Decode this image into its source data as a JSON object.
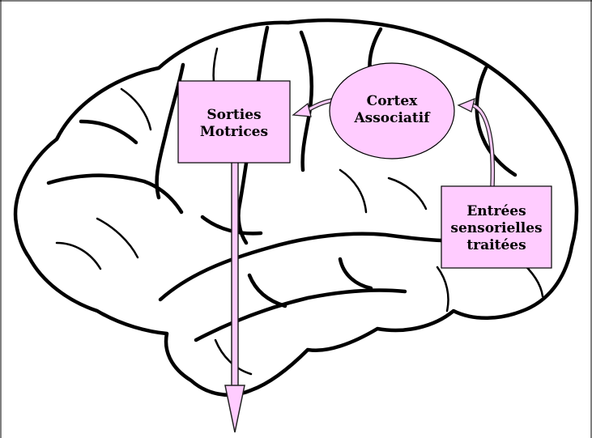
{
  "diagram": {
    "nodes": {
      "motor_output": {
        "label_lines": [
          "Sorties",
          "Motrices"
        ]
      },
      "association_cortex": {
        "label_lines": [
          "Cortex",
          "Associatif"
        ]
      },
      "sensory_input": {
        "label_lines": [
          "Entrées",
          "sensorielles",
          "traitées"
        ]
      }
    },
    "edges": [
      {
        "from": "sensory_input",
        "to": "association_cortex"
      },
      {
        "from": "association_cortex",
        "to": "motor_output"
      },
      {
        "from": "motor_output",
        "to": "outside"
      }
    ],
    "colors": {
      "node_fill": "#ffccff",
      "node_stroke": "#000000",
      "arrow_fill": "#ffccff",
      "arrow_stroke": "#222222",
      "brain_outline": "#000000",
      "background": "#ffffff"
    }
  }
}
